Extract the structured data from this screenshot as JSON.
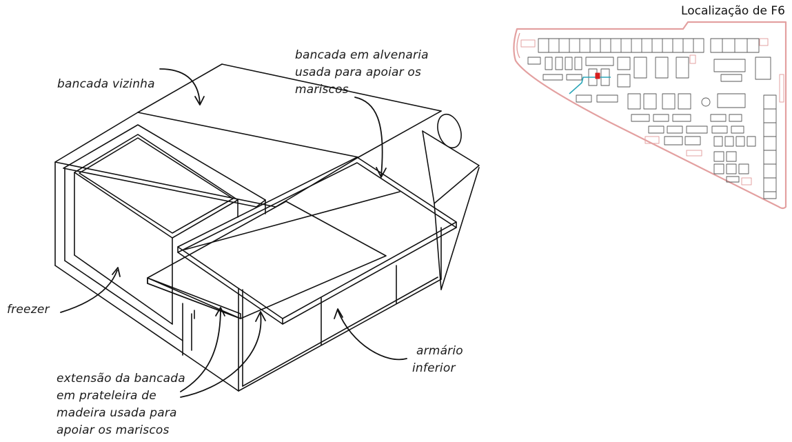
{
  "labels": {
    "vizinha": "bancada vizinha",
    "alvenaria": [
      "bancada em alvenaria",
      "usada para apoiar os",
      "mariscos"
    ],
    "freezer": "freezer",
    "extensao": [
      "extensão da bancada",
      "em prateleira de",
      "madeira usada para",
      "apoiar os mariscos"
    ],
    "armario": [
      "armário",
      "inferior"
    ]
  },
  "map": {
    "title": "Localização de F6"
  },
  "colors": {
    "ink": "#111111",
    "plan_outline": "#e3a0a0",
    "plan_lines": "#444444",
    "route": "#2aa6b8",
    "marker": "#d62020"
  }
}
